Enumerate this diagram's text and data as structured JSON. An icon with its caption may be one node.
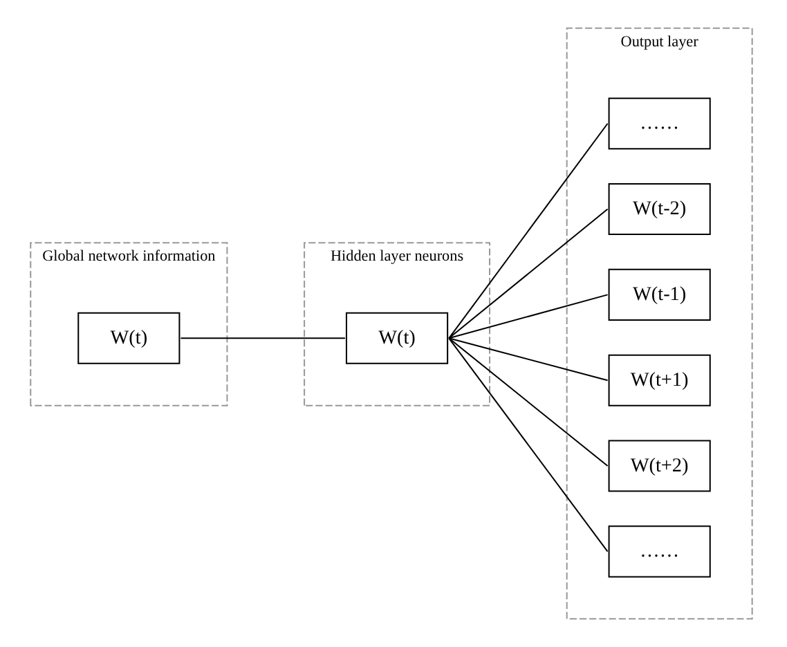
{
  "diagram": {
    "nodes": [
      {
        "text": [
          "Global network information"
        ]
      },
      {
        "text": [
          "W(t)"
        ],
        "in": 0
      },
      {
        "text": [
          "Hidden layer neurons"
        ]
      },
      {
        "text": [
          "W(t)"
        ],
        "in": 2
      },
      {
        "text": [
          "Output layer"
        ]
      },
      {
        "text": [
          "……"
        ],
        "in": 4
      },
      {
        "text": [
          "W(t-2)"
        ],
        "in": 4
      },
      {
        "text": [
          "W(t-1)"
        ],
        "in": 4
      },
      {
        "text": [
          "W(t+1)"
        ],
        "in": 4
      },
      {
        "text": [
          "W(t+2)"
        ],
        "in": 4
      },
      {
        "text": [
          "……"
        ],
        "in": 4
      }
    ],
    "edges": [
      {
        "from": 1,
        "to": 3,
        "arrow": "none"
      },
      {
        "from": 3,
        "to": 5,
        "arrow": "none"
      },
      {
        "from": 3,
        "to": 6,
        "arrow": "none"
      },
      {
        "from": 3,
        "to": 7,
        "arrow": "none"
      },
      {
        "from": 3,
        "to": 8,
        "arrow": "none"
      },
      {
        "from": 3,
        "to": 9,
        "arrow": "none"
      },
      {
        "from": 3,
        "to": 10,
        "arrow": "none"
      }
    ]
  }
}
